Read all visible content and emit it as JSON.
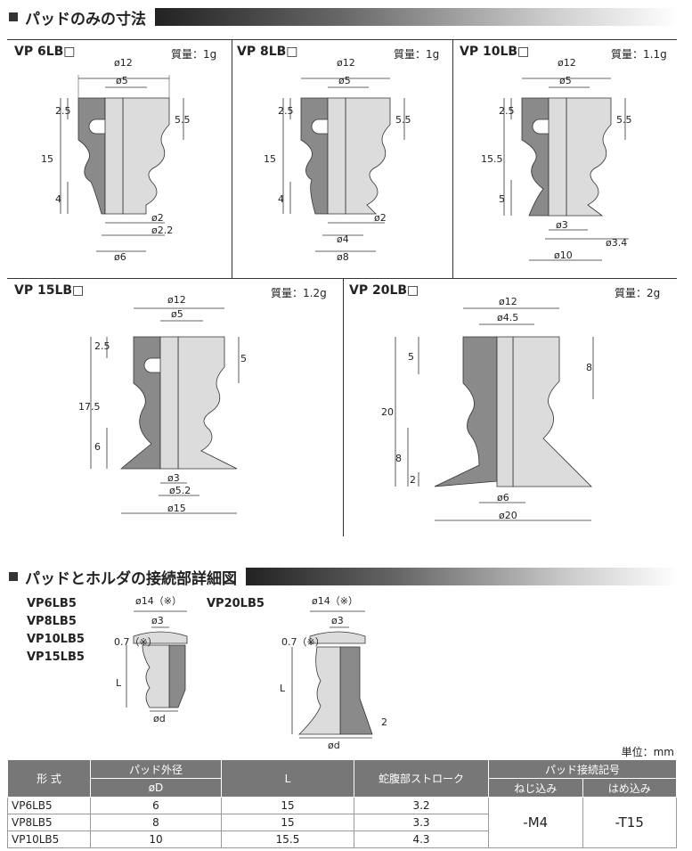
{
  "section1": {
    "title": "パッドのみの寸法"
  },
  "section2": {
    "title": "パッドとホルダの接続部詳細図"
  },
  "panels": [
    {
      "model": "VP 6LB□",
      "mass": "質量：1g",
      "dims": {
        "top": "ø12",
        "inner": "ø5",
        "h1": "2.5",
        "h2": "5.5",
        "total": "15",
        "low": "4",
        "b1": "ø2",
        "b2": "ø2.2",
        "b3": "ø6"
      }
    },
    {
      "model": "VP 8LB□",
      "mass": "質量：1g",
      "dims": {
        "top": "ø12",
        "inner": "ø5",
        "h1": "2.5",
        "h2": "5.5",
        "total": "15",
        "low": "4",
        "b1": "ø2",
        "b2": "ø4",
        "b3": "ø8"
      }
    },
    {
      "model": "VP 10LB□",
      "mass": "質量：1.1g",
      "dims": {
        "top": "ø12",
        "inner": "ø5",
        "h1": "2.5",
        "h2": "5.5",
        "total": "15.5",
        "low": "5",
        "b1": "ø3",
        "b2": "ø3.4",
        "b3": "ø10"
      }
    },
    {
      "model": "VP 15LB□",
      "mass": "質量：1.2g",
      "dims": {
        "top": "ø12",
        "inner": "ø5",
        "h1": "2.5",
        "h2": "5",
        "total": "17.5",
        "low": "6",
        "b1": "ø3",
        "b2": "ø5.2",
        "b3": "ø15"
      }
    },
    {
      "model": "VP 20LB□",
      "mass": "質量：2g",
      "dims": {
        "top": "ø12",
        "inner": "ø4.5",
        "h1": "5",
        "h2": "8",
        "total": "20",
        "low": "8",
        "low2": "2",
        "b2": "ø6",
        "b3": "ø20"
      }
    }
  ],
  "detail": {
    "models_left": [
      "VP6LB5",
      "VP8LB5",
      "VP10LB5",
      "VP15LB5"
    ],
    "model_right": "VP20LB5",
    "d14": "ø14（※）",
    "d3": "ø3",
    "d07": "0.7（※）",
    "L": "L",
    "od": "ød",
    "two": "2"
  },
  "unit": "単位：mm",
  "table": {
    "headers": {
      "form": "形 式",
      "outer": "パッド外径",
      "outer2": "øD",
      "L": "L",
      "stroke": "蛇腹部ストローク",
      "conn": "パッド接続記号",
      "screw": "ねじ込み",
      "press": "はめ込み"
    },
    "rows": [
      {
        "model": "VP6LB5",
        "D": "6",
        "L": "15",
        "stroke": "3.2"
      },
      {
        "model": "VP8LB5",
        "D": "8",
        "L": "15",
        "stroke": "3.3"
      },
      {
        "model": "VP10LB5",
        "D": "10",
        "L": "15.5",
        "stroke": "4.3"
      }
    ],
    "screw_code": "-M4",
    "press_code": "-T15"
  }
}
